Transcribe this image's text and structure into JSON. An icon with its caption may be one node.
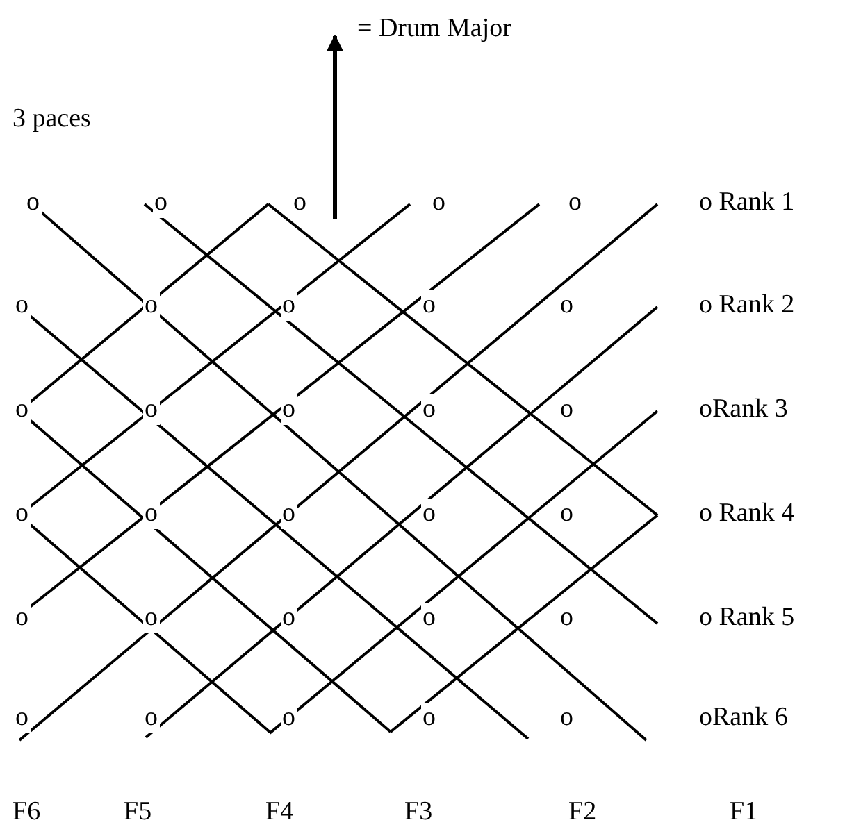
{
  "diagram": {
    "labels": [
      "= Drum Major",
      "3 paces",
      "o",
      "o",
      "o",
      "o",
      "o",
      "o Rank 1",
      "o",
      "o",
      "o",
      "o",
      "o",
      "o Rank 2",
      "o",
      "o",
      "o",
      "o",
      "o",
      "oRank 3",
      "o",
      "o",
      "o",
      "o",
      "o",
      "o Rank 4",
      "o",
      "o",
      "o",
      "o",
      "o",
      "o Rank 5",
      "o",
      "o",
      "o",
      "o",
      "o",
      "oRank 6",
      "F6",
      "F5",
      "F4",
      "F3",
      "F2",
      "F1"
    ]
  }
}
